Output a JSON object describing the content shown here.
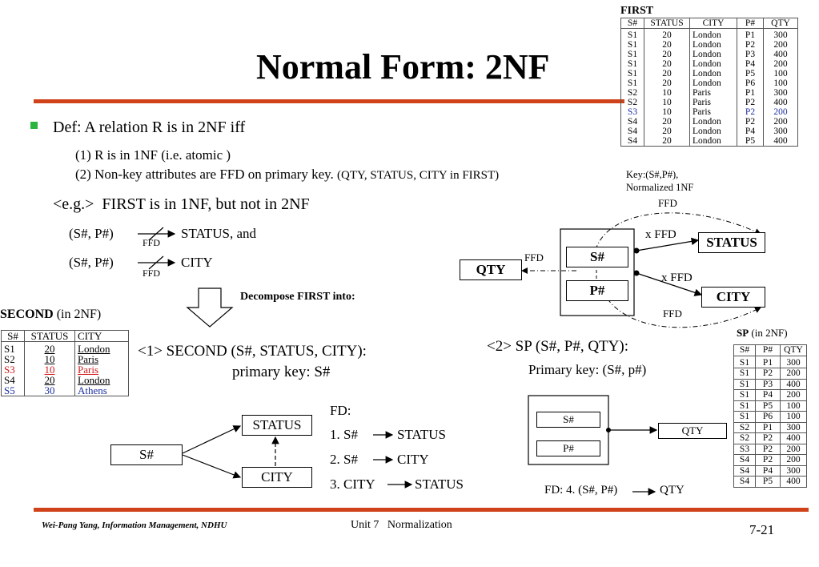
{
  "title": "Normal Form: 2NF",
  "bullet": {
    "def": "Def: A relation R is in 2NF iff",
    "sub1": "(1) R is in 1NF (i.e. atomic )",
    "sub2": "(2) Non-key attributes are FFD on primary key.",
    "sub2_note": "(QTY, STATUS, CITY in FIRST)",
    "eg": "<e.g.>  FIRST is in 1NF, but not in 2NF",
    "fd1_left": "(S#, P#)",
    "fd1_right": "STATUS, and",
    "fd2_left": "(S#, P#)",
    "fd2_right": "CITY",
    "ffd": "FFD"
  },
  "decompose": "Decompose  FIRST into:",
  "first_table": {
    "caption": "FIRST",
    "headers": [
      "S#",
      "STATUS",
      "CITY",
      "P#",
      "QTY"
    ],
    "rows": [
      [
        "S1",
        "20",
        "London",
        "P1",
        "300"
      ],
      [
        "S1",
        "20",
        "London",
        "P2",
        "200"
      ],
      [
        "S1",
        "20",
        "London",
        "P3",
        "400"
      ],
      [
        "S1",
        "20",
        "London",
        "P4",
        "200"
      ],
      [
        "S1",
        "20",
        "London",
        "P5",
        "100"
      ],
      [
        "S1",
        "20",
        "London",
        "P6",
        "100"
      ],
      [
        "S2",
        "10",
        "Paris",
        "P1",
        "300"
      ],
      [
        "S2",
        "10",
        "Paris",
        "P2",
        "400"
      ],
      [
        "S3",
        "10",
        "Paris",
        "P2",
        "200"
      ],
      [
        "S4",
        "20",
        "London",
        "P2",
        "200"
      ],
      [
        "S4",
        "20",
        "London",
        "P4",
        "300"
      ],
      [
        "S4",
        "20",
        "London",
        "P5",
        "400"
      ]
    ]
  },
  "key_note": {
    "line1": "Key:(S#,P#),",
    "line2": "Normalized 1NF"
  },
  "top_diagram": {
    "qty": "QTY",
    "s": "S#",
    "p": "P#",
    "status": "STATUS",
    "city": "CITY",
    "ffd_top": "FFD",
    "ffd_left": "FFD",
    "ffd_bottom": "FFD",
    "xffd1": "x FFD",
    "xffd2": "x FFD"
  },
  "second_table": {
    "caption_bold": "SECOND",
    "caption_rest": " (in 2NF)",
    "headers": [
      "S#",
      "STATUS",
      "CITY"
    ],
    "rows": [
      [
        "S1",
        "20",
        "London"
      ],
      [
        "S2",
        "10",
        "Paris"
      ],
      [
        "S3",
        "10",
        "Paris"
      ],
      [
        "S4",
        "20",
        "London"
      ],
      [
        "S5",
        "30",
        "Athens"
      ]
    ]
  },
  "second_desc": {
    "line1": "<1> SECOND (S#, STATUS, CITY):",
    "line2": "primary key: S#"
  },
  "second_diagram": {
    "s": "S#",
    "status": "STATUS",
    "city": "CITY"
  },
  "fd_list": {
    "label": "FD:",
    "fd1_l": "1. S#",
    "fd1_r": "STATUS",
    "fd2_l": "2. S#",
    "fd2_r": "CITY",
    "fd3_l": "3. CITY",
    "fd3_r": "STATUS"
  },
  "sp_desc": {
    "line1": "<2> SP (S#, P#, QTY):",
    "line2": "Primary key: (S#, p#)"
  },
  "sp_diagram": {
    "s": "S#",
    "p": "P#",
    "qty": "QTY",
    "fd4_l": "FD: 4. (S#, P#)",
    "fd4_r": "QTY"
  },
  "sp_table": {
    "caption_bold": "SP",
    "caption_rest": " (in 2NF)",
    "headers": [
      "S#",
      "P#",
      "QTY"
    ],
    "rows": [
      [
        "S1",
        "P1",
        "300"
      ],
      [
        "S1",
        "P2",
        "200"
      ],
      [
        "S1",
        "P3",
        "400"
      ],
      [
        "S1",
        "P4",
        "200"
      ],
      [
        "S1",
        "P5",
        "100"
      ],
      [
        "S1",
        "P6",
        "100"
      ],
      [
        "S2",
        "P1",
        "300"
      ],
      [
        "S2",
        "P2",
        "400"
      ],
      [
        "S3",
        "P2",
        "200"
      ],
      [
        "S4",
        "P2",
        "200"
      ],
      [
        "S4",
        "P4",
        "300"
      ],
      [
        "S4",
        "P5",
        "400"
      ]
    ]
  },
  "footer": {
    "left": "Wei-Pang Yang, Information Management, NDHU",
    "center": "Unit 7   Normalization",
    "right": "7-21"
  }
}
